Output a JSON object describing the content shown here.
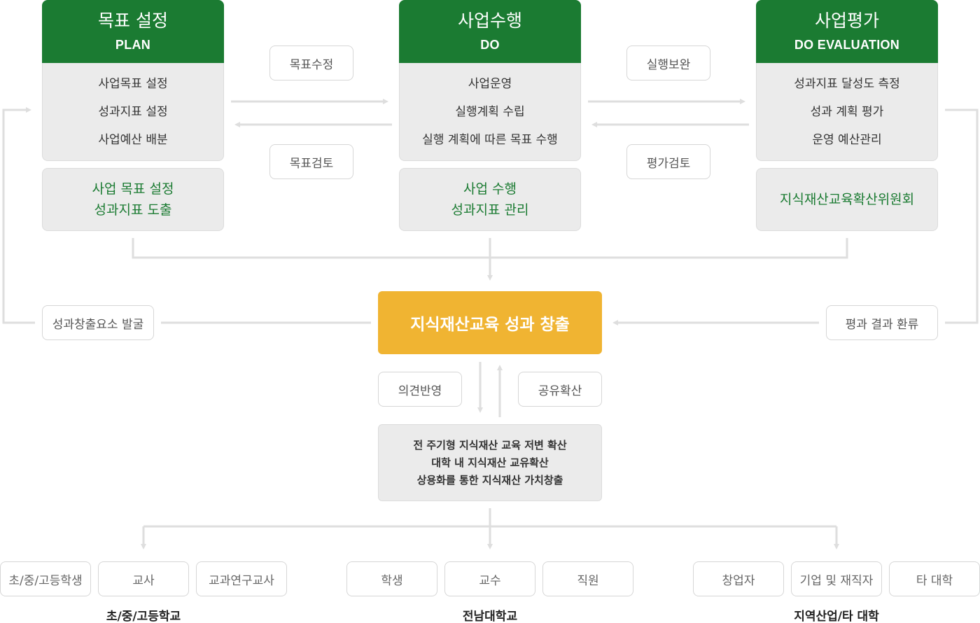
{
  "phases": [
    {
      "title": "목표 설정",
      "subtitle": "PLAN",
      "items": [
        "사업목표 설정",
        "성과지표 설정",
        "사업예산 배분"
      ],
      "result": [
        "사업 목표 설정",
        "성과지표 도출"
      ]
    },
    {
      "title": "사업수행",
      "subtitle": "DO",
      "items": [
        "사업운영",
        "실행계획 수립",
        "실행 계획에 따른 목표 수행"
      ],
      "result": [
        "사업 수행",
        "성과지표 관리"
      ]
    },
    {
      "title": "사업평가",
      "subtitle": "DO EVALUATION",
      "items": [
        "성과지표 달성도 측정",
        "성과 계획 평가",
        "운영 예산관리"
      ],
      "result": [
        "지식재산교육확산위원회"
      ]
    }
  ],
  "flow_tags": {
    "goal_revision": "목표수정",
    "goal_review": "목표검토",
    "execution_complement": "실행보완",
    "evaluation_review": "평가검토",
    "element_discovery": "성과창출요소 발굴",
    "evaluation_feedback": "평과 결과 환류",
    "opinion_reflection": "의견반영",
    "sharing_spread": "공유확산"
  },
  "main_result": "지식재산교육 성과 창출",
  "outcomes": [
    "전 주기형 지식재산 교육 저변 확산",
    "대학 내 지식재산 교유확산",
    "상용화를 통한 지식재산 가치창출"
  ],
  "groups": [
    {
      "label": "초/중/고등학교",
      "members": [
        "초/중/고등학생",
        "교사",
        "교과연구교사"
      ]
    },
    {
      "label": "전남대학교",
      "members": [
        "학생",
        "교수",
        "직원"
      ]
    },
    {
      "label": "지역산업/타 대학",
      "members": [
        "창업자",
        "기업 및 재직자",
        "타 대학"
      ]
    }
  ],
  "colors": {
    "header_green": "#1b7b32",
    "main_orange": "#f0b432",
    "box_gray": "#ebebeb",
    "connector_gray": "#dedede"
  }
}
